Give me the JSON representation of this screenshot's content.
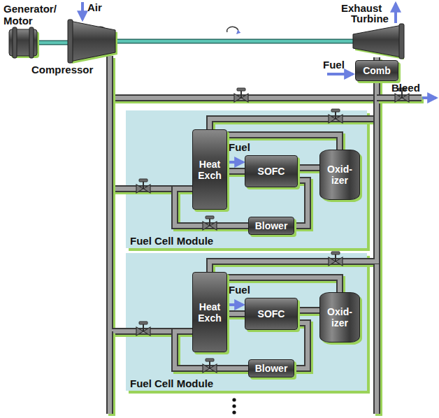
{
  "diagram": {
    "nodes": [
      {
        "text": [
          "Generator/ Motor"
        ]
      },
      {
        "text": [
          "Compressor"
        ]
      },
      {
        "text": [
          "Turbine"
        ]
      },
      {
        "text": [
          "Comb"
        ]
      },
      {
        "text": [
          "Fuel Cell Module"
        ]
      },
      {
        "text": [
          "Heat Exch"
        ],
        "in": 4
      },
      {
        "text": [
          "SOFC"
        ],
        "in": 4
      },
      {
        "text": [
          "Oxid- izer"
        ],
        "in": 4
      },
      {
        "text": [
          "Blower"
        ],
        "in": 4
      },
      {
        "text": [
          "Fuel Cell Module"
        ]
      },
      {
        "text": [
          "Heat Exch"
        ],
        "in": 9
      },
      {
        "text": [
          "SOFC"
        ],
        "in": 9
      },
      {
        "text": [
          "Oxid- izer"
        ],
        "in": 9
      },
      {
        "text": [
          "Blower"
        ],
        "in": 9
      }
    ],
    "edges": [
      {
        "from": 0,
        "to": 1,
        "arrow": "none"
      },
      {
        "from": 1,
        "to": 2,
        "arrow": "none"
      },
      {
        "from": 3,
        "to": 2,
        "arrow": "none"
      },
      {
        "from": 1,
        "to": 3,
        "arrow": "none"
      },
      {
        "from": 1,
        "to": 5,
        "arrow": "none"
      },
      {
        "from": 5,
        "to": 6,
        "arrow": "none"
      },
      {
        "from": 6,
        "to": 7,
        "arrow": "none"
      },
      {
        "from": 7,
        "to": 5,
        "arrow": "none"
      },
      {
        "from": 6,
        "to": 8,
        "arrow": "none"
      },
      {
        "from": 8,
        "to": 5,
        "arrow": "none"
      },
      {
        "from": 5,
        "to": 3,
        "arrow": "none"
      },
      {
        "from": 1,
        "to": 10,
        "arrow": "none"
      },
      {
        "from": 10,
        "to": 11,
        "arrow": "none"
      },
      {
        "from": 11,
        "to": 12,
        "arrow": "none"
      },
      {
        "from": 12,
        "to": 10,
        "arrow": "none"
      },
      {
        "from": 11,
        "to": 13,
        "arrow": "none"
      },
      {
        "from": 13,
        "to": 10,
        "arrow": "none"
      },
      {
        "from": 10,
        "to": 3,
        "arrow": "none"
      }
    ],
    "labels": [
      "Air",
      "Exhaust",
      "Fuel",
      "Bleed",
      "Fuel",
      "Fuel"
    ]
  }
}
